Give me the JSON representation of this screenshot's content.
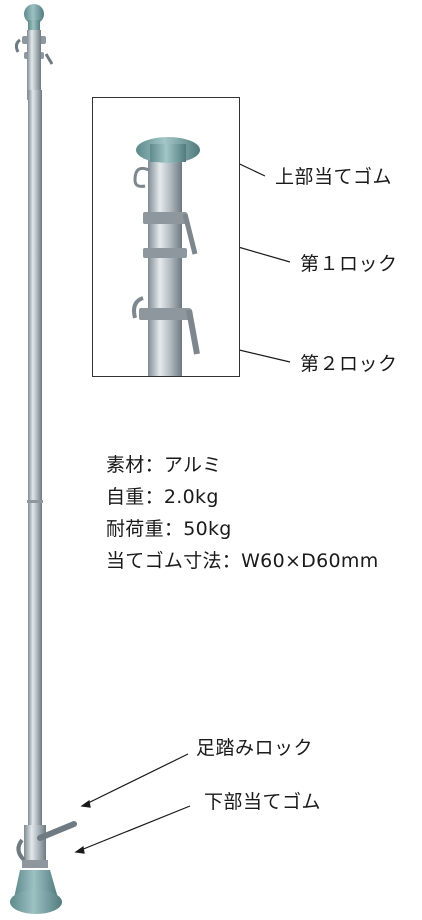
{
  "callouts": {
    "top_rubber": "上部当てゴム",
    "lock1": "第１ロック",
    "lock2": "第２ロック",
    "foot_lock": "足踏みロック",
    "bottom_rubber": "下部当てゴム"
  },
  "specs": {
    "material": "素材：アルミ",
    "weight": "自重：2.0kg",
    "load": "耐荷重：50kg",
    "rubber_size": "当てゴム寸法：W60×D60mm"
  },
  "colors": {
    "aluminum": "#b9c2c8",
    "rubber": "#7fa7a8",
    "outline": "#333333"
  }
}
